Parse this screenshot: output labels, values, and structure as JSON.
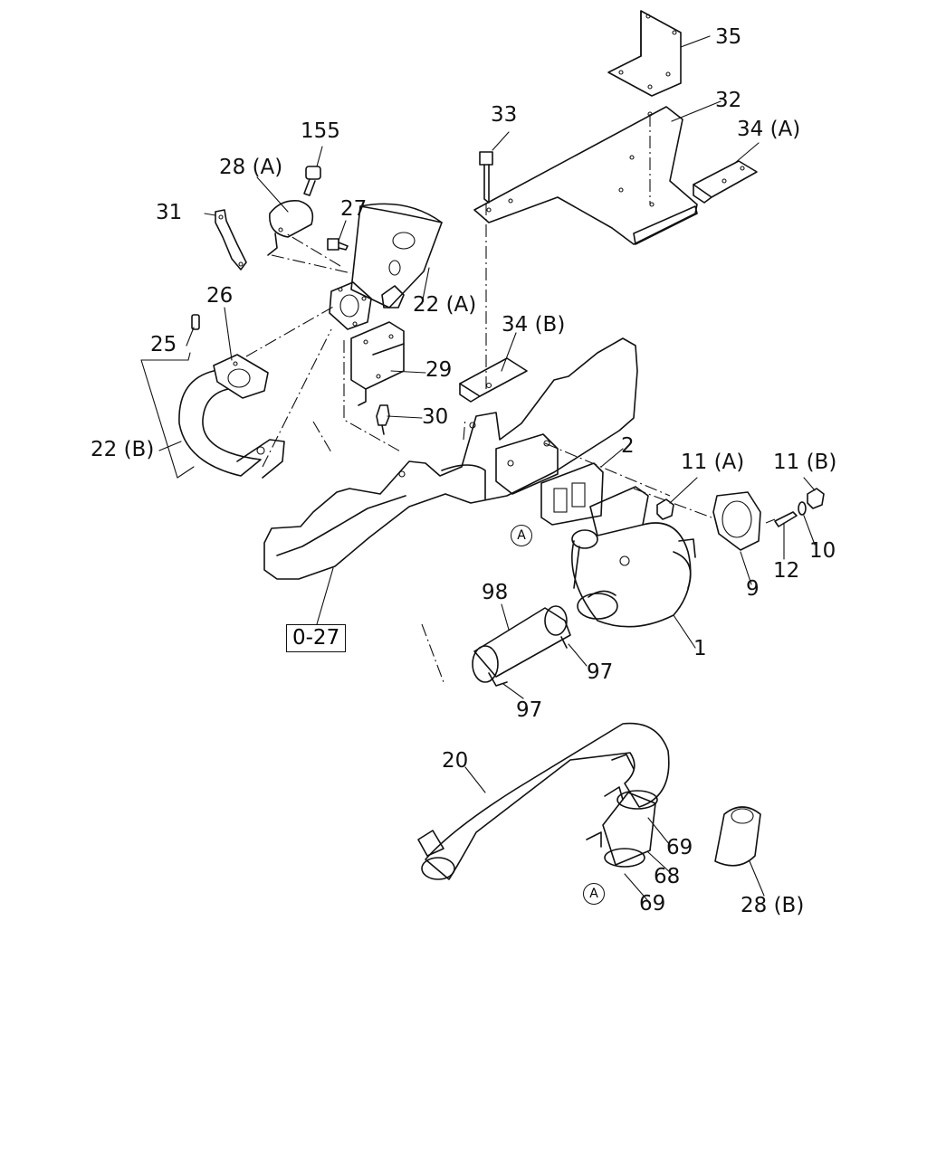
{
  "callouts": {
    "c35": "35",
    "c32": "32",
    "c34a": "34 (A)",
    "c33": "33",
    "c155": "155",
    "c28a": "28 (A)",
    "c27": "27",
    "c31": "31",
    "c22a": "22 (A)",
    "c26": "26",
    "c25": "25",
    "c34b": "34 (B)",
    "c29": "29",
    "c30": "30",
    "c22b": "22 (B)",
    "c2": "2",
    "c11a": "11 (A)",
    "c11b": "11 (B)",
    "c10": "10",
    "c12": "12",
    "c9": "9",
    "c1": "1",
    "c98": "98",
    "c97a": "97",
    "c97b": "97",
    "c20": "20",
    "c69a": "69",
    "c68": "68",
    "c69b": "69",
    "c28b": "28 (B)"
  },
  "reference_box": "0-27",
  "markers": {
    "a1": "A",
    "a2": "A"
  }
}
